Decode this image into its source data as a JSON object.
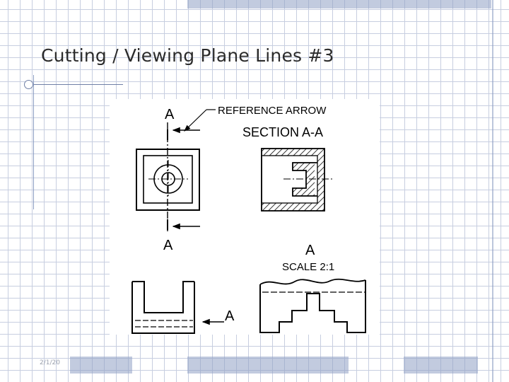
{
  "slide": {
    "title": "Cutting / Viewing Plane Lines #3",
    "date": "2/1/20"
  },
  "figure": {
    "label_top_a": "A",
    "reference_arrow": "REFERENCE ARROW",
    "section_title": "SECTION A-A",
    "label_bottom_a": "A",
    "label_detail_a": "A",
    "scale_label": "SCALE 2:1",
    "label_view_a": "A"
  },
  "colors": {
    "grid": "#c7cee0",
    "accent": "#8fa0c4",
    "ink": "#000000"
  }
}
